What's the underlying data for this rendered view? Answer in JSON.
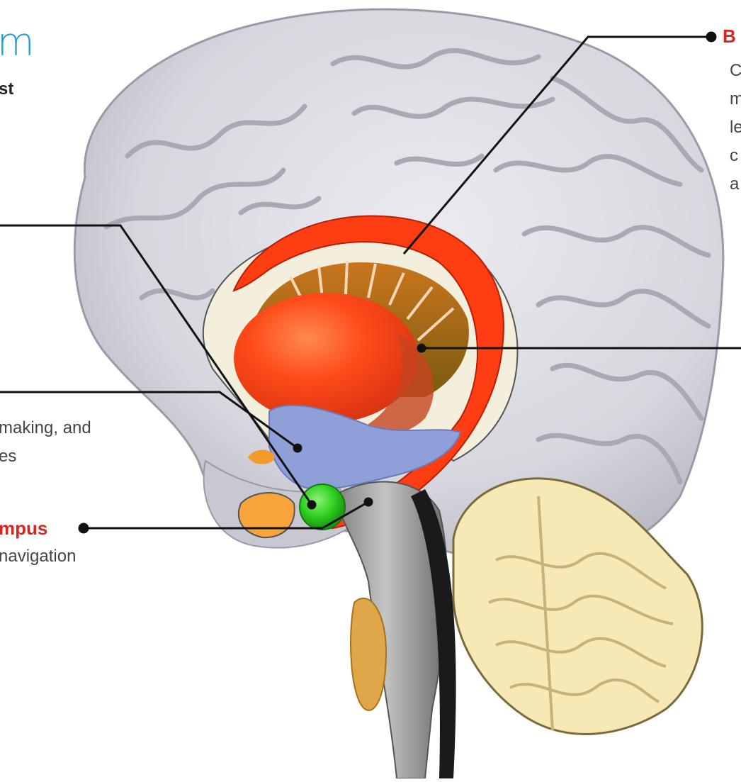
{
  "title_fragment": "m",
  "subtitle_fragment": "st",
  "labels": {
    "top_right_title": "B",
    "top_right_desc": "C\nm\nle\nc\na",
    "left_desc_line1": "making, and",
    "left_desc_line2": "es",
    "hippocampus_title": "mpus",
    "hippocampus_desc": "navigation"
  },
  "colors": {
    "title_blue": "#2a9fd6",
    "label_red": "#d6261f",
    "brain_gray": "#d9d9e0",
    "limbic_red": "#ff4a1a",
    "hippocampus_green": "#2fd21f",
    "cerebellum_cream": "#f6e9b5",
    "brainstem_gray": "#9a9a9a",
    "ventricle_blue": "#8fa0d8"
  }
}
